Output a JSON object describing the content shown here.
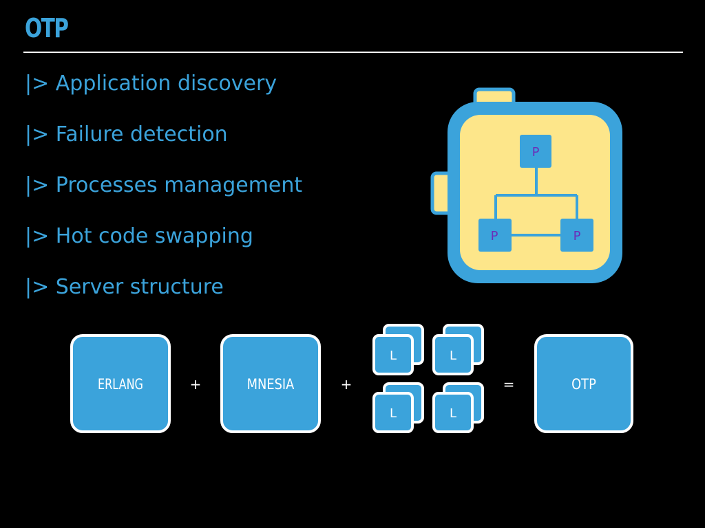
{
  "slide": {
    "title": "OTP",
    "bullets": [
      "|> Application discovery",
      "|> Failure detection",
      "|> Processes management",
      "|> Hot code swapping",
      "|> Server structure"
    ]
  },
  "process_tree": {
    "root_label": "P",
    "left_label": "P",
    "right_label": "P"
  },
  "equation": {
    "erlang_label": "ERLANG",
    "plus1": "+",
    "mnesia_label": "MNESIA",
    "plus2": "+",
    "lib_labels": [
      "L",
      "L",
      "L",
      "L"
    ],
    "equals": "=",
    "otp_label": "OTP"
  },
  "colors": {
    "background": "#000000",
    "accent_blue": "#3ba3db",
    "yellow": "#fde68a",
    "node_text": "#6b2fb8",
    "white": "#ffffff"
  }
}
